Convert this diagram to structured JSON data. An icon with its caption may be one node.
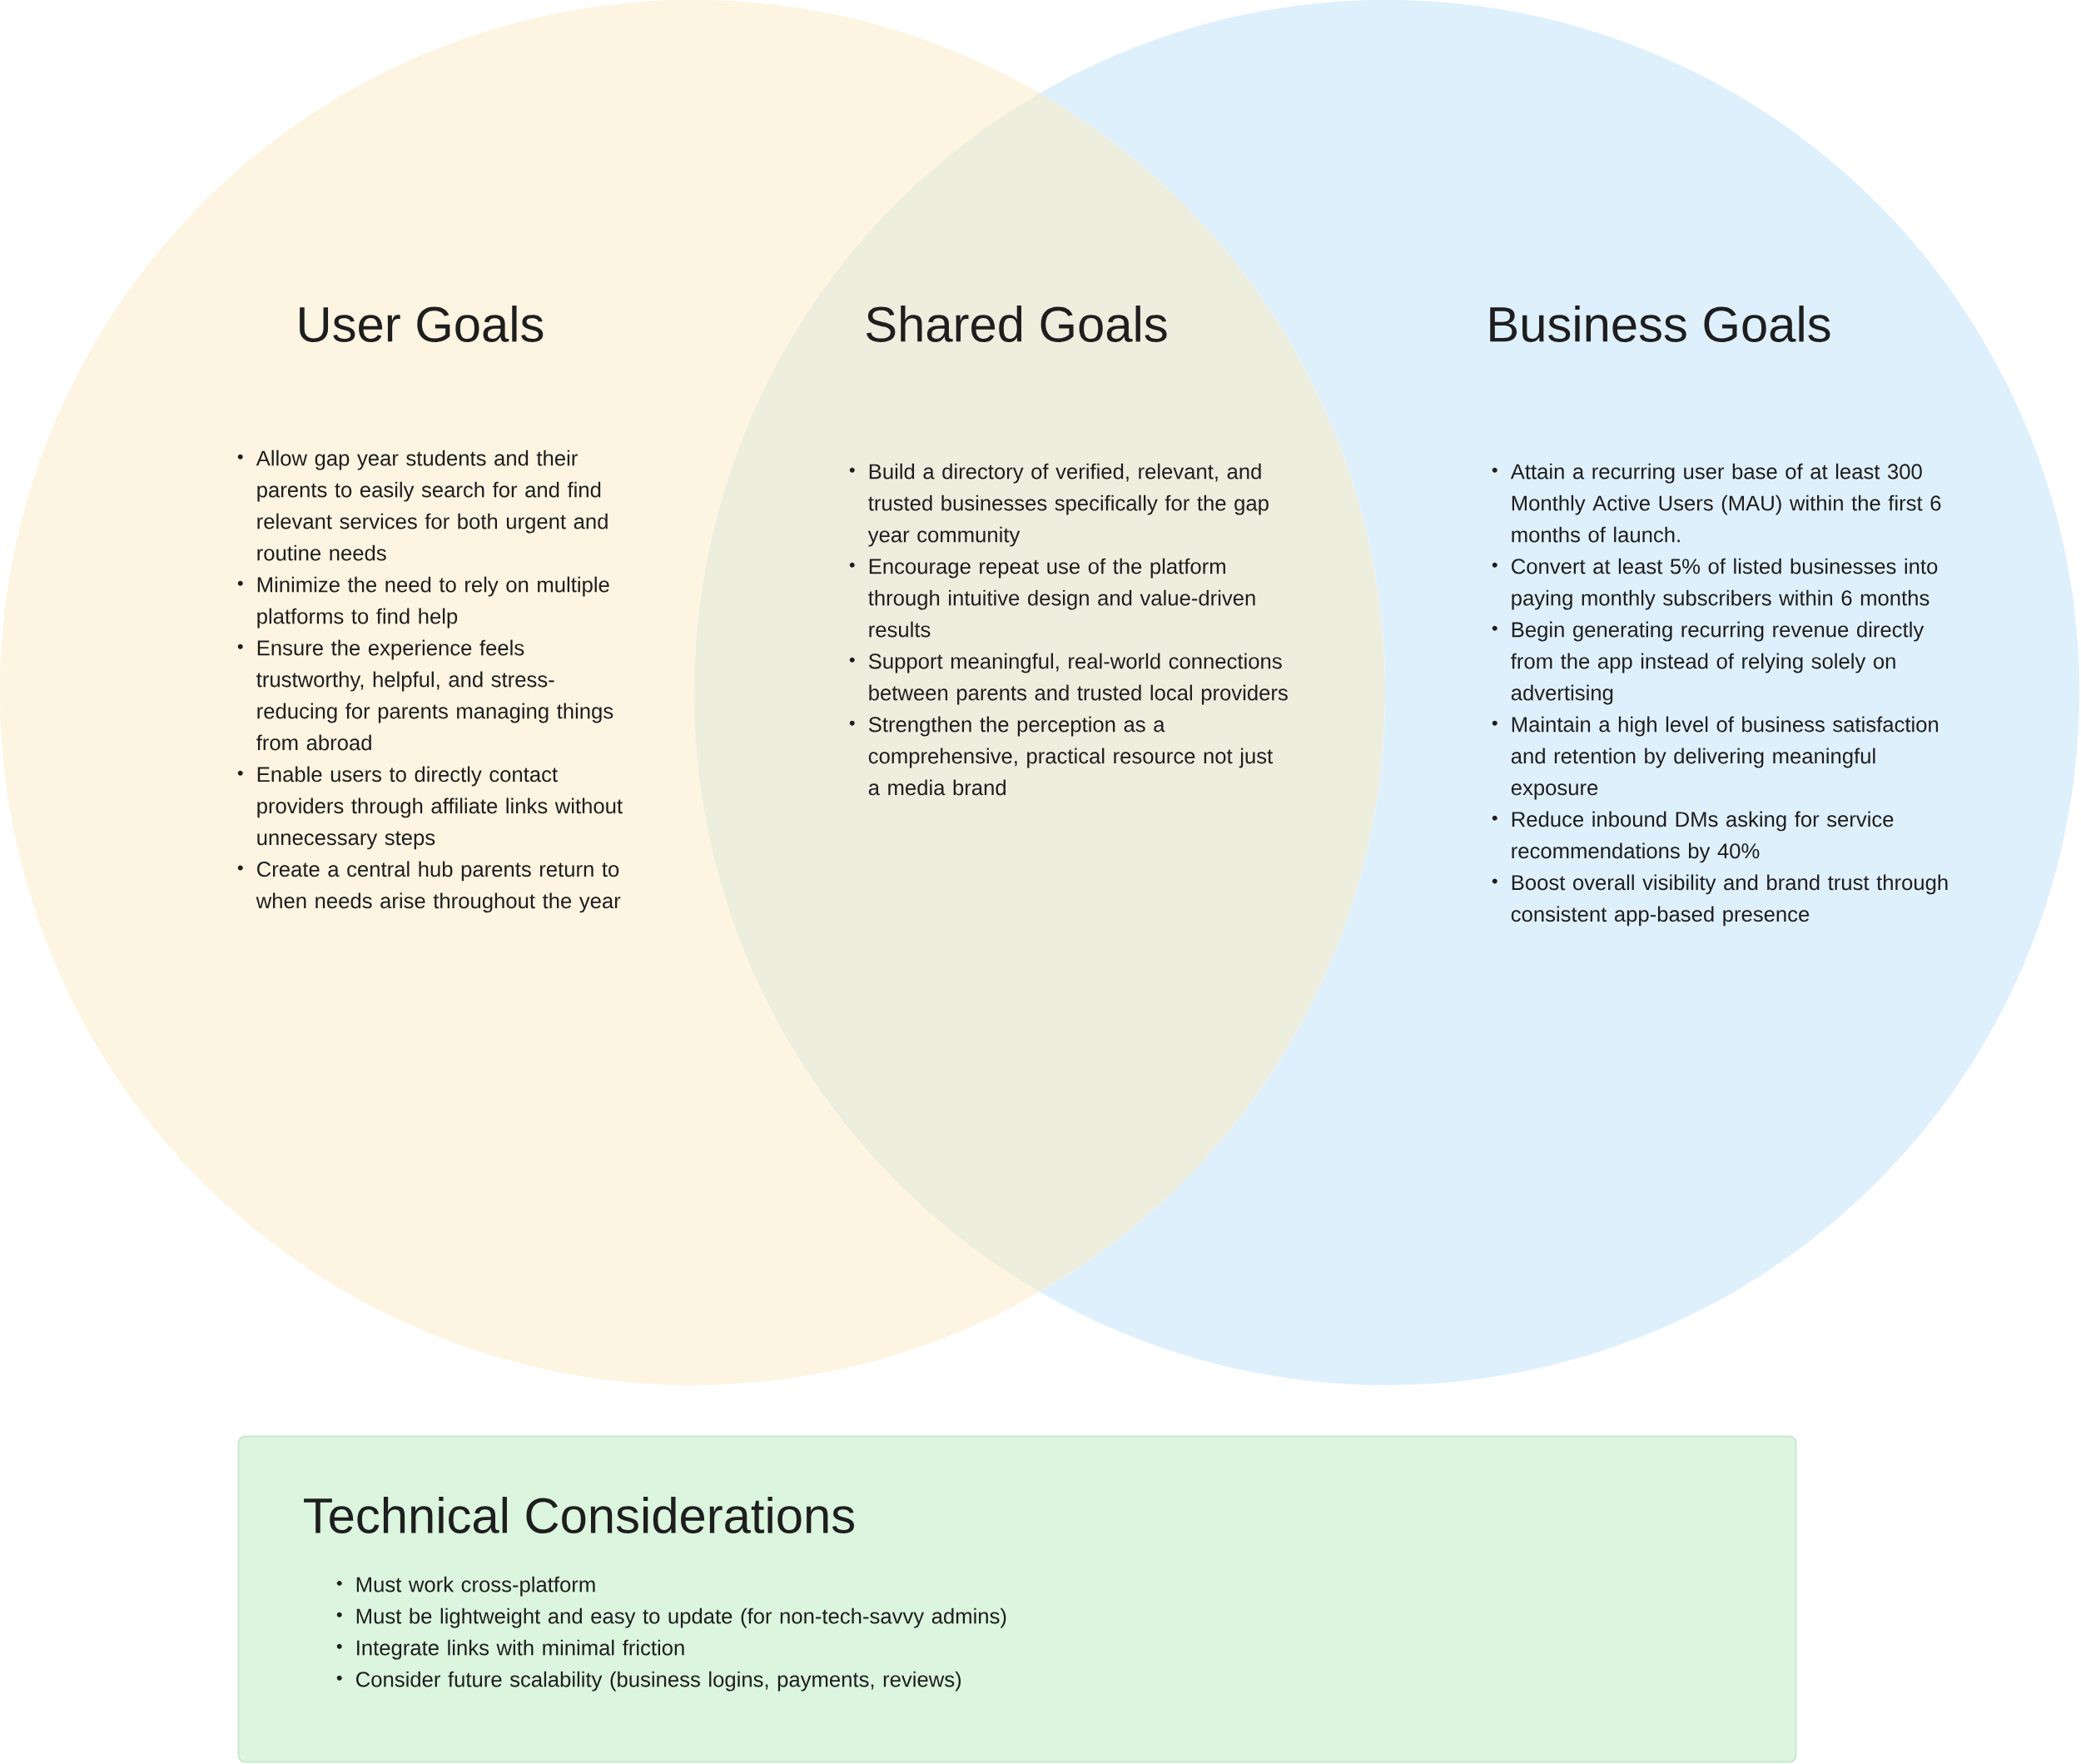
{
  "diagram": {
    "nodes": [
      {
        "text": [
          "User Goals",
          "Allow gap year students and their parents to easily search for and find relevant services for both urgent and routine needs",
          "Minimize the need to rely on multiple platforms to find help",
          "Ensure the experience feels trustworthy, helpful, and stress-reducing for parents managing things from abroad",
          "Enable users to directly contact providers through affiliate links without unnecessary steps",
          "Create a central hub parents return to when needs arise throughout the year"
        ]
      },
      {
        "text": [
          "Shared Goals",
          "Build a directory of verified, relevant, and trusted businesses specifically for the gap year community",
          "Encourage repeat use of the platform through intuitive design and value-driven results",
          "Support meaningful, real-world connections between parents and trusted local providers",
          "Strengthen the perception as a comprehensive, practical resource not just a media brand"
        ]
      },
      {
        "text": [
          "Business Goals",
          "Attain a recurring user base of at least 300 Monthly Active Users (MAU) within the first 6 months of launch.",
          "Convert at least 5% of listed businesses into paying monthly subscribers within 6 months",
          "Begin generating recurring revenue directly from the app instead of relying solely on advertising",
          "Maintain a high level of business satisfaction and retention by delivering meaningful exposure",
          "Reduce inbound DMs asking for service recommendations by 40%",
          "Boost overall visibility and brand trust through consistent app-based presence"
        ]
      },
      {
        "text": [
          "Technical Considerations",
          "Must work cross-platform",
          "Must be lightweight and easy to update (for non-tech-savvy admins)",
          "Integrate links with minimal friction",
          "Consider future scalability (business logins, payments, reviews)"
        ]
      }
    ],
    "edges": []
  }
}
